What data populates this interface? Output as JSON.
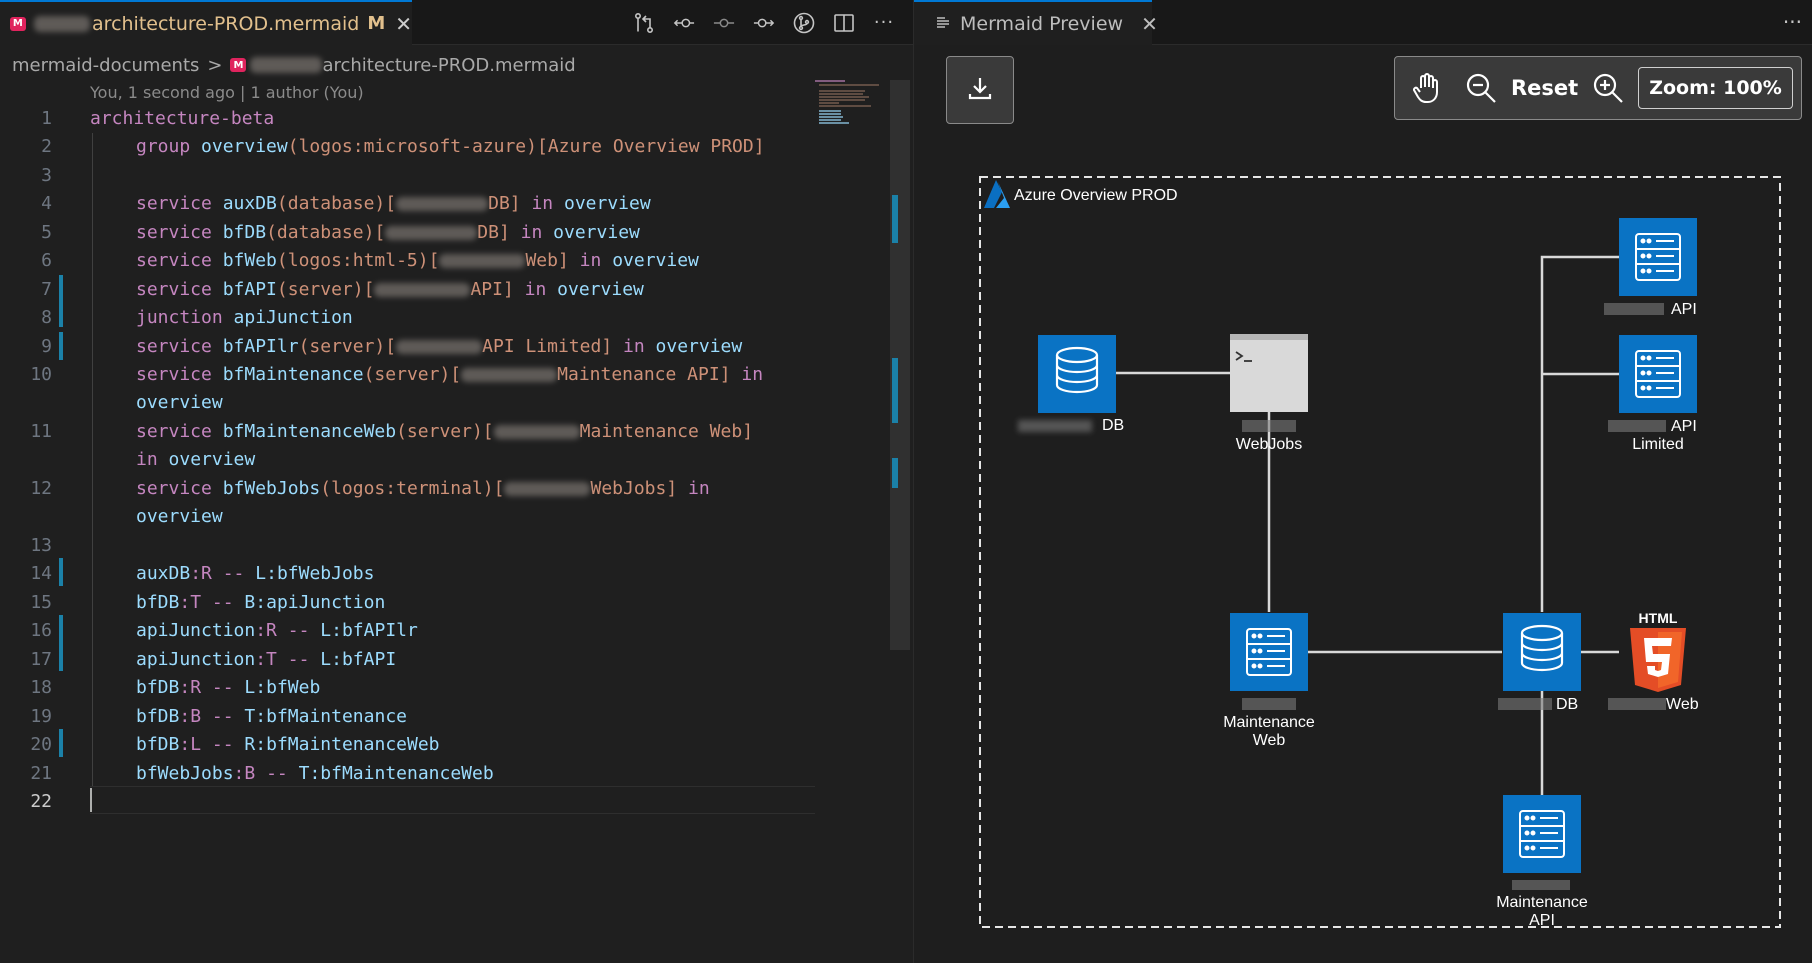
{
  "editor": {
    "tab": {
      "filename": "architecture-PROD.mermaid",
      "modified_badge": "M",
      "close_glyph": "✕"
    },
    "breadcrumb": {
      "folder": "mermaid-documents",
      "separator": ">",
      "file": "architecture-PROD.mermaid"
    },
    "blame": "You, 1 second ago | 1 author (You)",
    "line_numbers": [
      "1",
      "2",
      "3",
      "4",
      "5",
      "6",
      "7",
      "8",
      "9",
      "10",
      "11",
      "12",
      "13",
      "14",
      "15",
      "16",
      "17",
      "18",
      "19",
      "20",
      "21",
      "22"
    ],
    "code": {
      "l1": "architecture-beta",
      "l2": {
        "kw": "group",
        "name": "overview",
        "arg": "(logos:microsoft-azure)",
        "label": "[Azure Overview PROD]"
      },
      "l4": {
        "kw": "service",
        "name": "auxDB",
        "arg": "(database)",
        "label_end": "DB]",
        "in": "in",
        "grp": "overview"
      },
      "l5": {
        "kw": "service",
        "name": "bfDB",
        "arg": "(database)",
        "label_end": "DB]",
        "in": "in",
        "grp": "overview"
      },
      "l6": {
        "kw": "service",
        "name": "bfWeb",
        "arg": "(logos:html-5)",
        "label_end": "Web]",
        "in": "in",
        "grp": "overview"
      },
      "l7": {
        "kw": "service",
        "name": "bfAPI",
        "arg": "(server)",
        "label_end": "API]",
        "in": "in",
        "grp": "overview"
      },
      "l8": {
        "kw": "junction",
        "name": "apiJunction"
      },
      "l9": {
        "kw": "service",
        "name": "bfAPIlr",
        "arg": "(server)",
        "label_end": "API Limited]",
        "in": "in",
        "grp": "overview"
      },
      "l10": {
        "kw": "service",
        "name": "bfMaintenance",
        "arg": "(server)",
        "label_end": "Maintenance API]",
        "in": "in",
        "grp": "overview"
      },
      "l11": {
        "kw": "service",
        "name": "bfMaintenanceWeb",
        "arg": "(server)",
        "label_end": "Maintenance Web]",
        "in": "in",
        "grp": "overview"
      },
      "l12": {
        "kw": "service",
        "name": "bfWebJobs",
        "arg": "(logos:terminal)",
        "label_end": "WebJobs]",
        "in": "in",
        "grp": "overview"
      },
      "edges": [
        {
          "a": "auxDB",
          "ap": ":R",
          "op": "--",
          "bp": "L:",
          "b": "bfWebJobs"
        },
        {
          "a": "bfDB",
          "ap": ":T",
          "op": "--",
          "bp": "B:",
          "b": "apiJunction"
        },
        {
          "a": "apiJunction",
          "ap": ":R",
          "op": "--",
          "bp": "L:",
          "b": "bfAPIlr"
        },
        {
          "a": "apiJunction",
          "ap": ":T",
          "op": "--",
          "bp": "L:",
          "b": "bfAPI"
        },
        {
          "a": "bfDB",
          "ap": ":R",
          "op": "--",
          "bp": "L:",
          "b": "bfWeb"
        },
        {
          "a": "bfDB",
          "ap": ":B",
          "op": "--",
          "bp": "T:",
          "b": "bfMaintenance"
        },
        {
          "a": "bfDB",
          "ap": ":L",
          "op": "--",
          "bp": "R:",
          "b": "bfMaintenanceWeb"
        },
        {
          "a": "bfWebJobs",
          "ap": ":B",
          "op": "--",
          "bp": "T:",
          "b": "bfMaintenanceWeb"
        }
      ]
    }
  },
  "preview": {
    "tab_title": "Mermaid Preview",
    "close_glyph": "✕",
    "more_glyph": "···",
    "reset_label": "Reset",
    "zoom_label": "Zoom: 100%",
    "diagram": {
      "group_title": "Azure Overview PROD",
      "html_badge": "HTML",
      "labels": {
        "auxdb": "DB",
        "webjobs": "WebJobs",
        "api": "API",
        "apilr_1": "API",
        "apilr_2": "Limited",
        "maint_web_1": "Maintenance",
        "maint_web_2": "Web",
        "bfdb": "DB",
        "bfweb": "Web",
        "maint_api_1": "Maintenance",
        "maint_api_2": "API"
      }
    }
  },
  "colors": {
    "service_blue": "#0a73c4",
    "accent": "#0078d4",
    "html5_orange": "#e44d26"
  }
}
